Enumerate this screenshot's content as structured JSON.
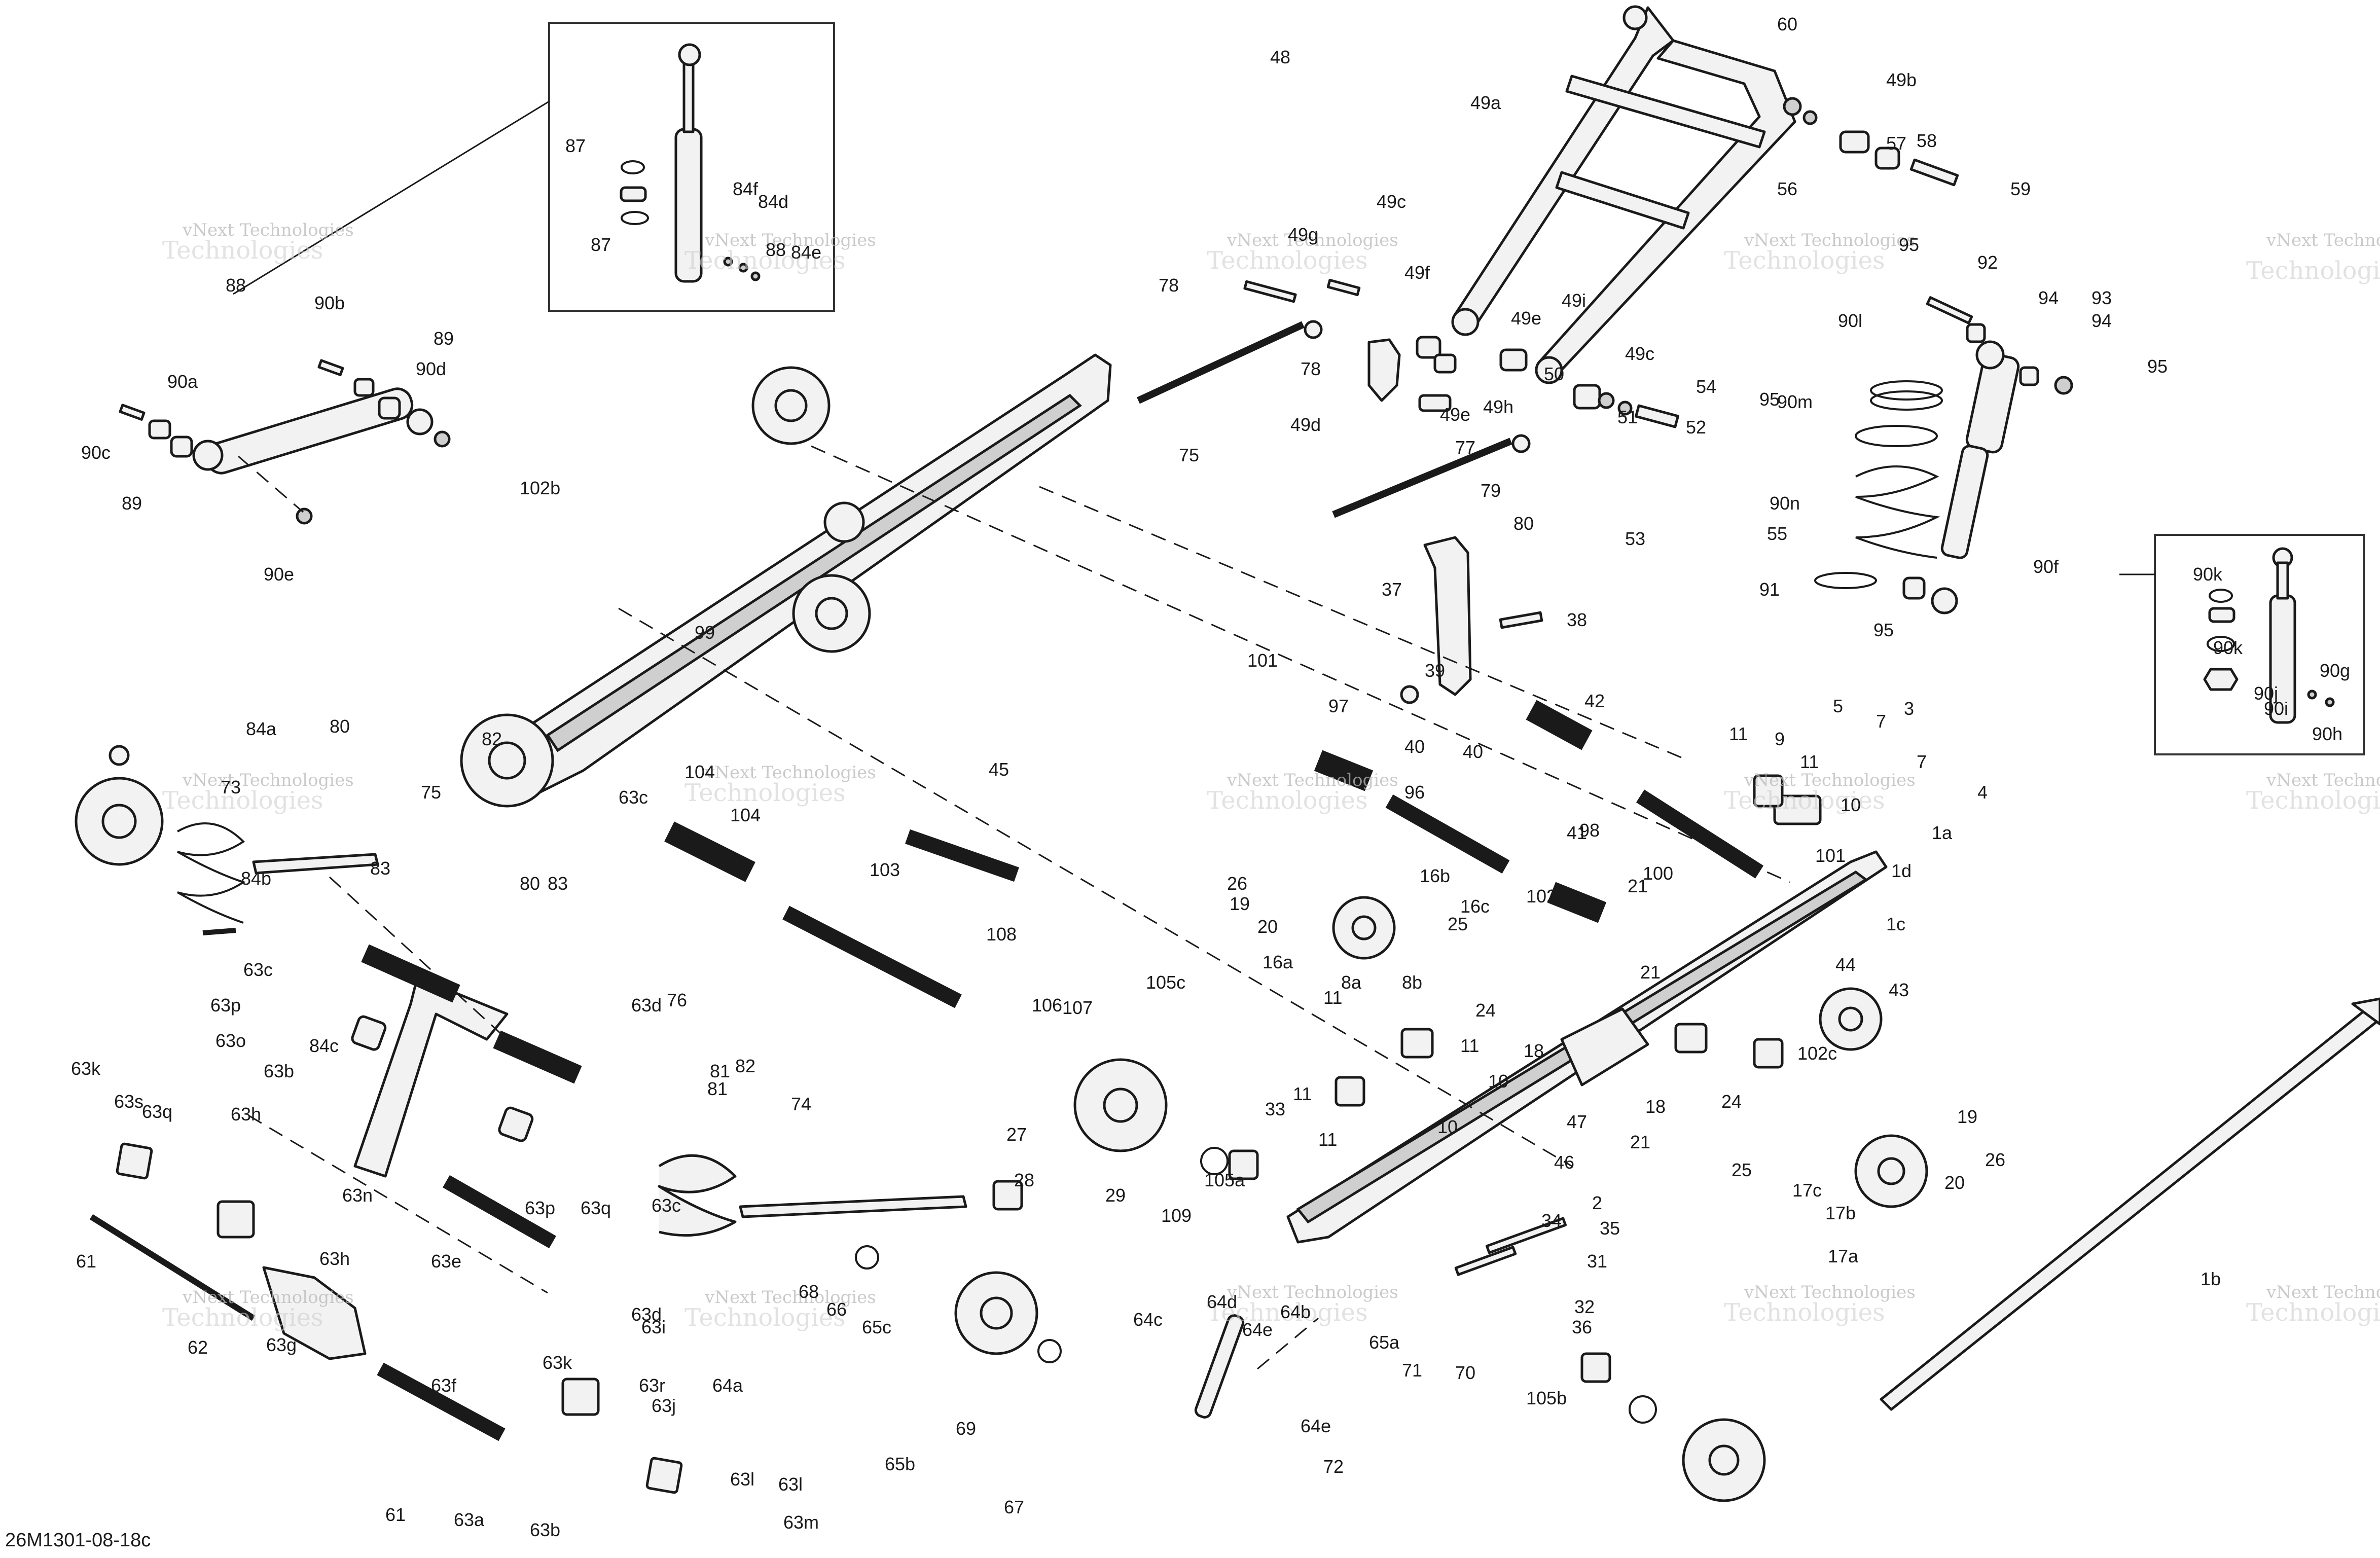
{
  "diagram_code": "26M1301-08-18c",
  "watermark": {
    "line1": "vNext Technologies",
    "line2": "Technologies"
  },
  "callouts": [
    "1a",
    "1b",
    "1c",
    "1d",
    "2",
    "3",
    "4",
    "5",
    "7",
    "7",
    "8a",
    "8b",
    "9",
    "10",
    "10",
    "10",
    "11",
    "11",
    "11",
    "11",
    "11",
    "11",
    "16a",
    "16b",
    "16c",
    "17a",
    "17b",
    "17c",
    "18",
    "18",
    "19",
    "19",
    "20",
    "20",
    "21",
    "21",
    "21",
    "24",
    "24",
    "25",
    "25",
    "26",
    "26",
    "27",
    "28",
    "29",
    "31",
    "32",
    "33",
    "34",
    "35",
    "36",
    "37",
    "38",
    "39",
    "40",
    "40",
    "41",
    "42",
    "43",
    "44",
    "45",
    "46",
    "47",
    "48",
    "49a",
    "49b",
    "49c",
    "49c",
    "49d",
    "49e",
    "49e",
    "49f",
    "49g",
    "49h",
    "49i",
    "50",
    "51",
    "52",
    "53",
    "54",
    "55",
    "56",
    "57",
    "58",
    "59",
    "60",
    "61",
    "61",
    "62",
    "63a",
    "63b",
    "63b",
    "63c",
    "63c",
    "63c",
    "63d",
    "63d",
    "63e",
    "63f",
    "63g",
    "63h",
    "63h",
    "63i",
    "63j",
    "63k",
    "63k",
    "63l",
    "63l",
    "63m",
    "63n",
    "63o",
    "63p",
    "63p",
    "63q",
    "63q",
    "63r",
    "63s",
    "64a",
    "64b",
    "64c",
    "64d",
    "64e",
    "64e",
    "65a",
    "65b",
    "65c",
    "66",
    "67",
    "68",
    "69",
    "70",
    "71",
    "72",
    "73",
    "74",
    "75",
    "75",
    "76",
    "77",
    "78",
    "78",
    "79",
    "80",
    "80",
    "80",
    "81",
    "81",
    "82",
    "82",
    "83",
    "83",
    "84a",
    "84b",
    "84c",
    "84d",
    "84e",
    "84f",
    "87",
    "87",
    "88",
    "88",
    "89",
    "89",
    "90a",
    "90b",
    "90c",
    "90d",
    "90e",
    "90f",
    "90g",
    "90h",
    "90i",
    "90j",
    "90k",
    "90k",
    "90l",
    "90m",
    "90n",
    "91",
    "92",
    "93",
    "94",
    "94",
    "95",
    "95",
    "95",
    "95",
    "96",
    "97",
    "98",
    "99",
    "100",
    "101",
    "101",
    "102a",
    "102b",
    "102c",
    "103",
    "104",
    "104",
    "105a",
    "105b",
    "105c",
    "106",
    "107",
    "108",
    "109"
  ]
}
